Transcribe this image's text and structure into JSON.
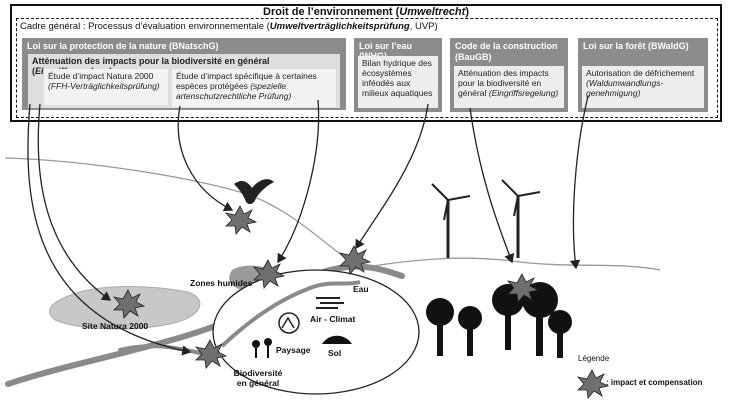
{
  "header": {
    "title_plain": "Droit de l’environnement (",
    "title_italic": "Umweltrecht",
    "title_close": ")",
    "frame_plain": "Cadre général : Processus d’évaluation environnementale (",
    "frame_italic": "Umweltverträglichkeitsprüfung",
    "frame_close": ", UVP)"
  },
  "laws": {
    "bnatschg": {
      "title": "Loi sur la protection de la nature (BNatschG)",
      "sub_plain": "Atténuation des impacts pour la biodiversité en général (",
      "sub_italic": "Eingriffsregelung",
      "sub_close": ")",
      "box1_plain": "Étude d’impact Natura 2000",
      "box1_italic": "(FFH-Verträglichkeitsprüfung)",
      "box2_plain": "Étude d’impact spécifique à certaines espèces protégées",
      "box2_italic": "(spezielle artenschutzrechtliche Prüfung)"
    },
    "whg": {
      "title": "Loi sur l’eau (WHG)",
      "box": "Bilan hydrique des écosystèmes inféodés aux milieux aquatiques"
    },
    "baugb": {
      "title": "Code de la construction (BauGB)",
      "box_plain": "Atténuation des impacts pour la biodiversité en général",
      "box_italic": "(Eingriffsregelung)"
    },
    "bwaldg": {
      "title": "Loi sur la forêt (BWaldG)",
      "box_plain": "Autorisation de défrichement",
      "box_italic": "(Waldumwandlungs-genehmigung)"
    }
  },
  "landscape": {
    "site_natura": "Site Natura 2000",
    "zones_humides": "Zones humides",
    "eau": "Eau",
    "air_climat": "Air - Climat",
    "sol": "Sol",
    "paysage": "Paysage",
    "biodiversite": "Biodiversité en général"
  },
  "legend": {
    "title": "Légende",
    "item": ": impact et compensation"
  },
  "icons": {
    "impact": "impact-star-icon",
    "bird": "eagle-icon",
    "wind": "wind-turbine-icon",
    "tree": "tree-icon"
  },
  "colors": {
    "law_header": "#8c8c8c",
    "law_box": "#ededed",
    "impact": "#6f6f6f",
    "road": "#8a8a8a"
  }
}
